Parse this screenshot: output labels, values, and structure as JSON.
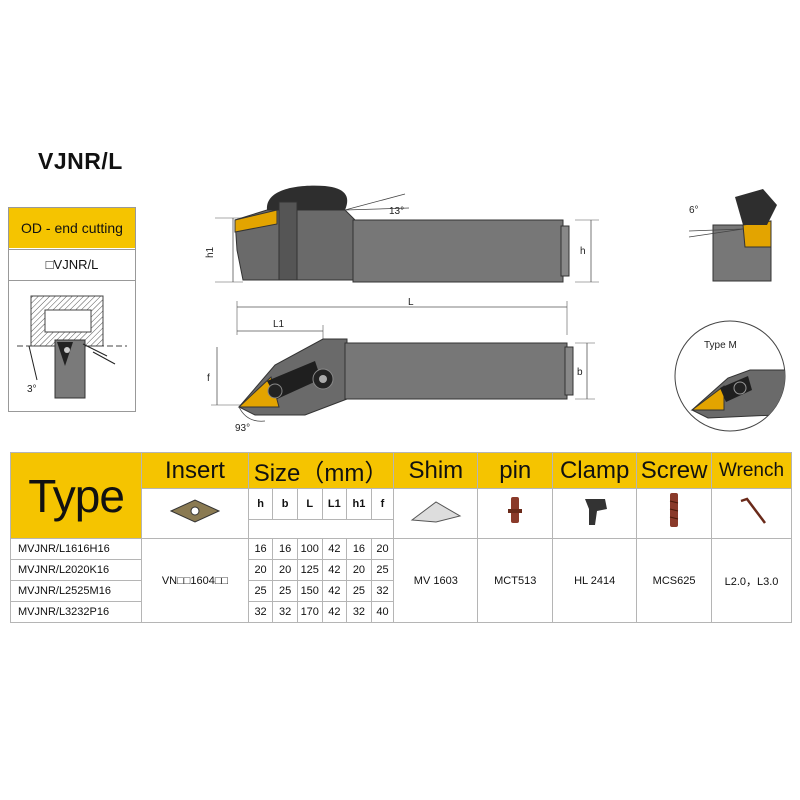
{
  "title": "VJNR/L",
  "od_panel": {
    "heading": "OD - end cutting",
    "code": "□VJNR/L"
  },
  "labels": {
    "h1": "h1",
    "h": "h",
    "b": "b",
    "f": "f",
    "L": "L",
    "L1": "L1",
    "angle_13": "13°",
    "angle_6": "6°",
    "angle_3": "3°",
    "angle_93": "93°",
    "type_m": "Type M"
  },
  "table": {
    "headers": {
      "type": "Type",
      "insert": "Insert",
      "size": "Size（mm）",
      "shim": "Shim",
      "pin": "pin",
      "clamp": "Clamp",
      "screw": "Screw",
      "wrench": "Wrench"
    },
    "size_cols": [
      "h",
      "b",
      "L",
      "L1",
      "h1",
      "f"
    ],
    "rows": [
      {
        "code": "MVJNR/L1616H16",
        "dims": [
          "16",
          "16",
          "100",
          "42",
          "16",
          "20"
        ]
      },
      {
        "code": "MVJNR/L2020K16",
        "dims": [
          "20",
          "20",
          "125",
          "42",
          "20",
          "25"
        ]
      },
      {
        "code": "MVJNR/L2525M16",
        "dims": [
          "25",
          "25",
          "150",
          "42",
          "25",
          "32"
        ]
      },
      {
        "code": "MVJNR/L3232P16",
        "dims": [
          "32",
          "32",
          "170",
          "42",
          "32",
          "40"
        ]
      }
    ],
    "insert": "VN□□1604□□",
    "shim": "MV 1603",
    "pin": "MCT513",
    "clamp": "HL 2414",
    "screw": "MCS625",
    "wrench": "L2.0，L3.0"
  },
  "colors": {
    "accent": "#f5c400",
    "tool_body": "#6d6d6d",
    "insert": "#e3a400"
  }
}
